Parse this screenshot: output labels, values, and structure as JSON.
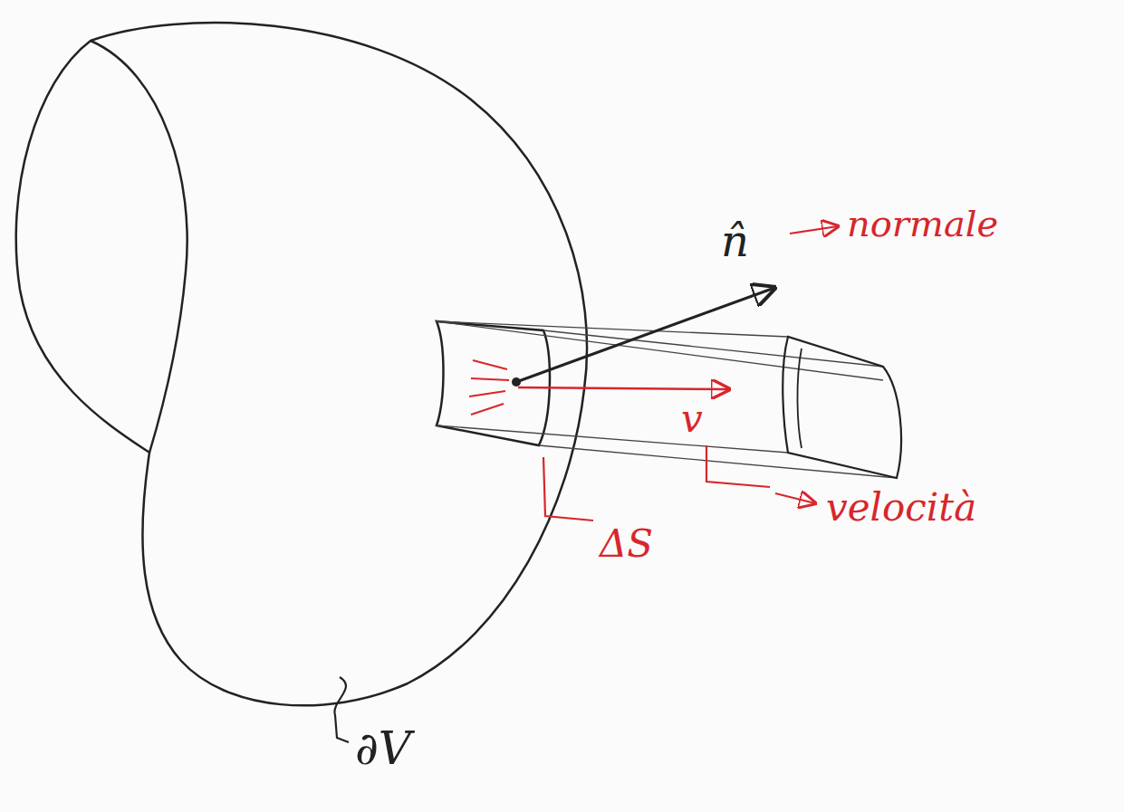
{
  "diagram": {
    "labels": [
      "n̂",
      "normale",
      "v",
      "velocità",
      "ΔS",
      "∂V"
    ]
  }
}
